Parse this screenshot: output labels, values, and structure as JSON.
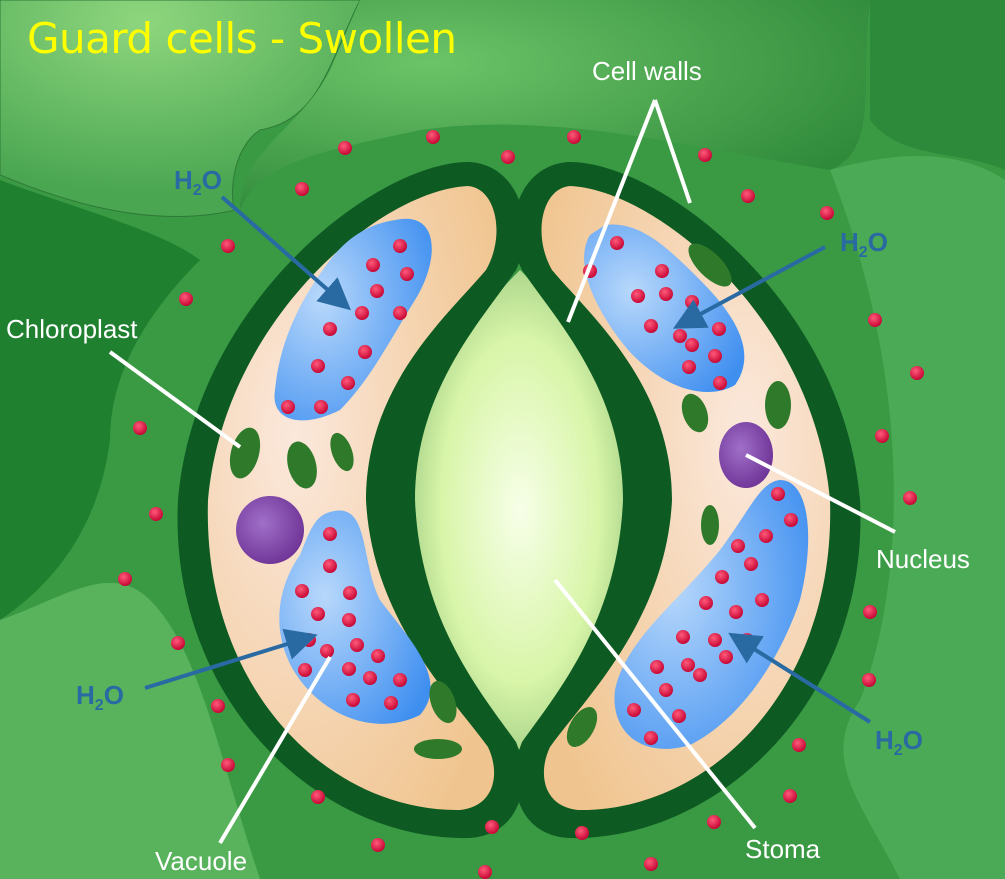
{
  "title": "Guard cells - Swollen",
  "labels": {
    "cell_walls": "Cell walls",
    "chloroplast": "Chloroplast",
    "nucleus": "Nucleus",
    "vacuole": "Vacuole",
    "stoma": "Stoma"
  },
  "water": {
    "h": "H",
    "sub": "2",
    "o": "O"
  },
  "colors": {
    "background": "#3f9e46",
    "cell_wall": "#0d5a22",
    "cytoplasm": "#f0c89a",
    "vacuole": "#4f9cf0",
    "nucleus": "#7a3aa0",
    "chloroplast": "#2e7a2a",
    "dots": "#d0103f",
    "arrow": "#2a6aa3",
    "title": "#ffff00"
  }
}
